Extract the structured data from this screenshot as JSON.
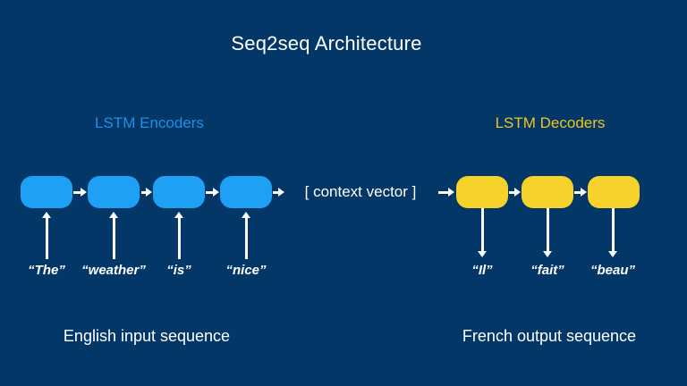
{
  "title": "Seq2seq Architecture",
  "encoder": {
    "label": "LSTM Encoders",
    "caption": "English input sequence",
    "inputs": [
      "“The”",
      "“weather”",
      "“is”",
      "“nice”"
    ]
  },
  "decoder": {
    "label": "LSTM Decoders",
    "caption": "French output sequence",
    "outputs": [
      "“Il”",
      "“fait”",
      "“beau”"
    ]
  },
  "context_vector_label": "[ context vector ]",
  "colors": {
    "background": "#033767",
    "encoder_box": "#1ea0f5",
    "decoder_box": "#f5d32b",
    "encoder_label_text": "#1f8fe5",
    "decoder_label_text": "#efc51c",
    "arrow": "#ffffff",
    "text": "#ffffff"
  }
}
